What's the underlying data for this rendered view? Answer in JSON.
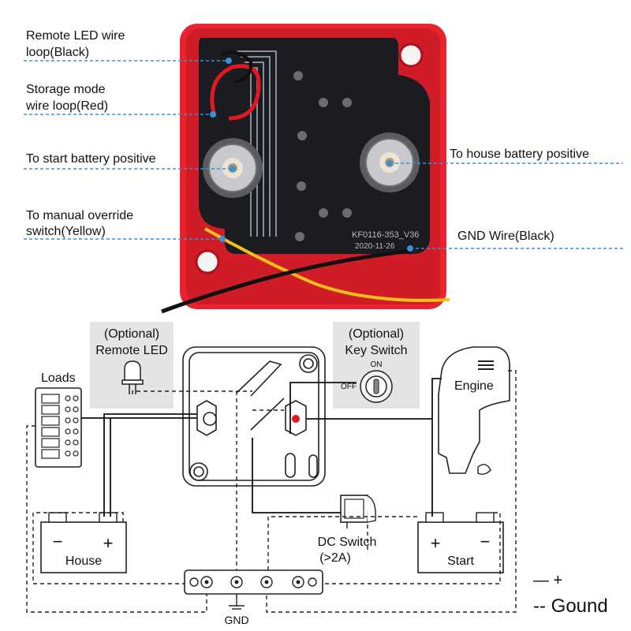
{
  "photo": {
    "callouts": {
      "remote_led_line1": "Remote LED wire",
      "remote_led_line2": "loop(Black)",
      "storage_line1": "Storage mode",
      "storage_line2": "wire loop(Red)",
      "start_battery": "To start battery positive",
      "house_battery": "To house battery positive",
      "override_line1": "To manual override",
      "override_line2": "switch(Yellow)",
      "gnd_wire": "GND Wire(Black)"
    },
    "board_text_line1": "KF0116-353_V36",
    "board_text_line2": "2020-11-26",
    "colors": {
      "housing": "#e8232e",
      "board": "#1a1c22",
      "callout_line": "#3a8fd6"
    }
  },
  "wiring": {
    "optional_led_line1": "(Optional)",
    "optional_led_line2": "Remote LED",
    "optional_key_line1": "(Optional)",
    "optional_key_line2": "Key Switch",
    "key_on": "ON",
    "key_off": "OFF",
    "loads": "Loads",
    "engine": "Engine",
    "house": "House",
    "start": "Start",
    "dc_switch_line1": "DC Switch",
    "dc_switch_line2": "(>2A)",
    "gnd": "GND",
    "legend_plus": "—  +",
    "legend_ground": "--  Gound",
    "plus_sign": "+",
    "minus_sign": "−"
  }
}
